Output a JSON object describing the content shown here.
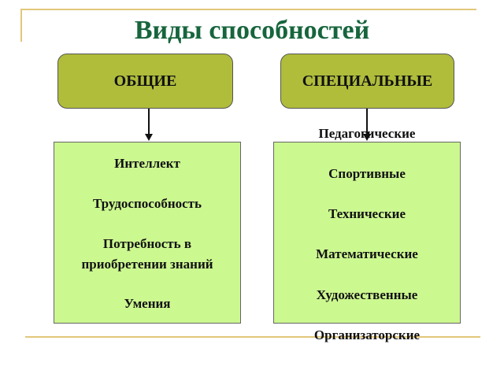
{
  "title": "Виды способностей",
  "categories": [
    {
      "label": "ОБЩИЕ",
      "items": [
        "Интеллект",
        "Трудоспособность",
        "Потребность в",
        "приобретении знаний",
        "Умения"
      ]
    },
    {
      "label": "СПЕЦИАЛЬНЫЕ",
      "items": [
        "Педагогические",
        "Спортивные",
        "Технические",
        "Математические",
        "Художественные",
        "Организаторские"
      ]
    }
  ],
  "colors": {
    "title": "#17653d",
    "category_fill": "#afbd3b",
    "list_fill": "#ccf890",
    "rule": "#e2c77a"
  }
}
